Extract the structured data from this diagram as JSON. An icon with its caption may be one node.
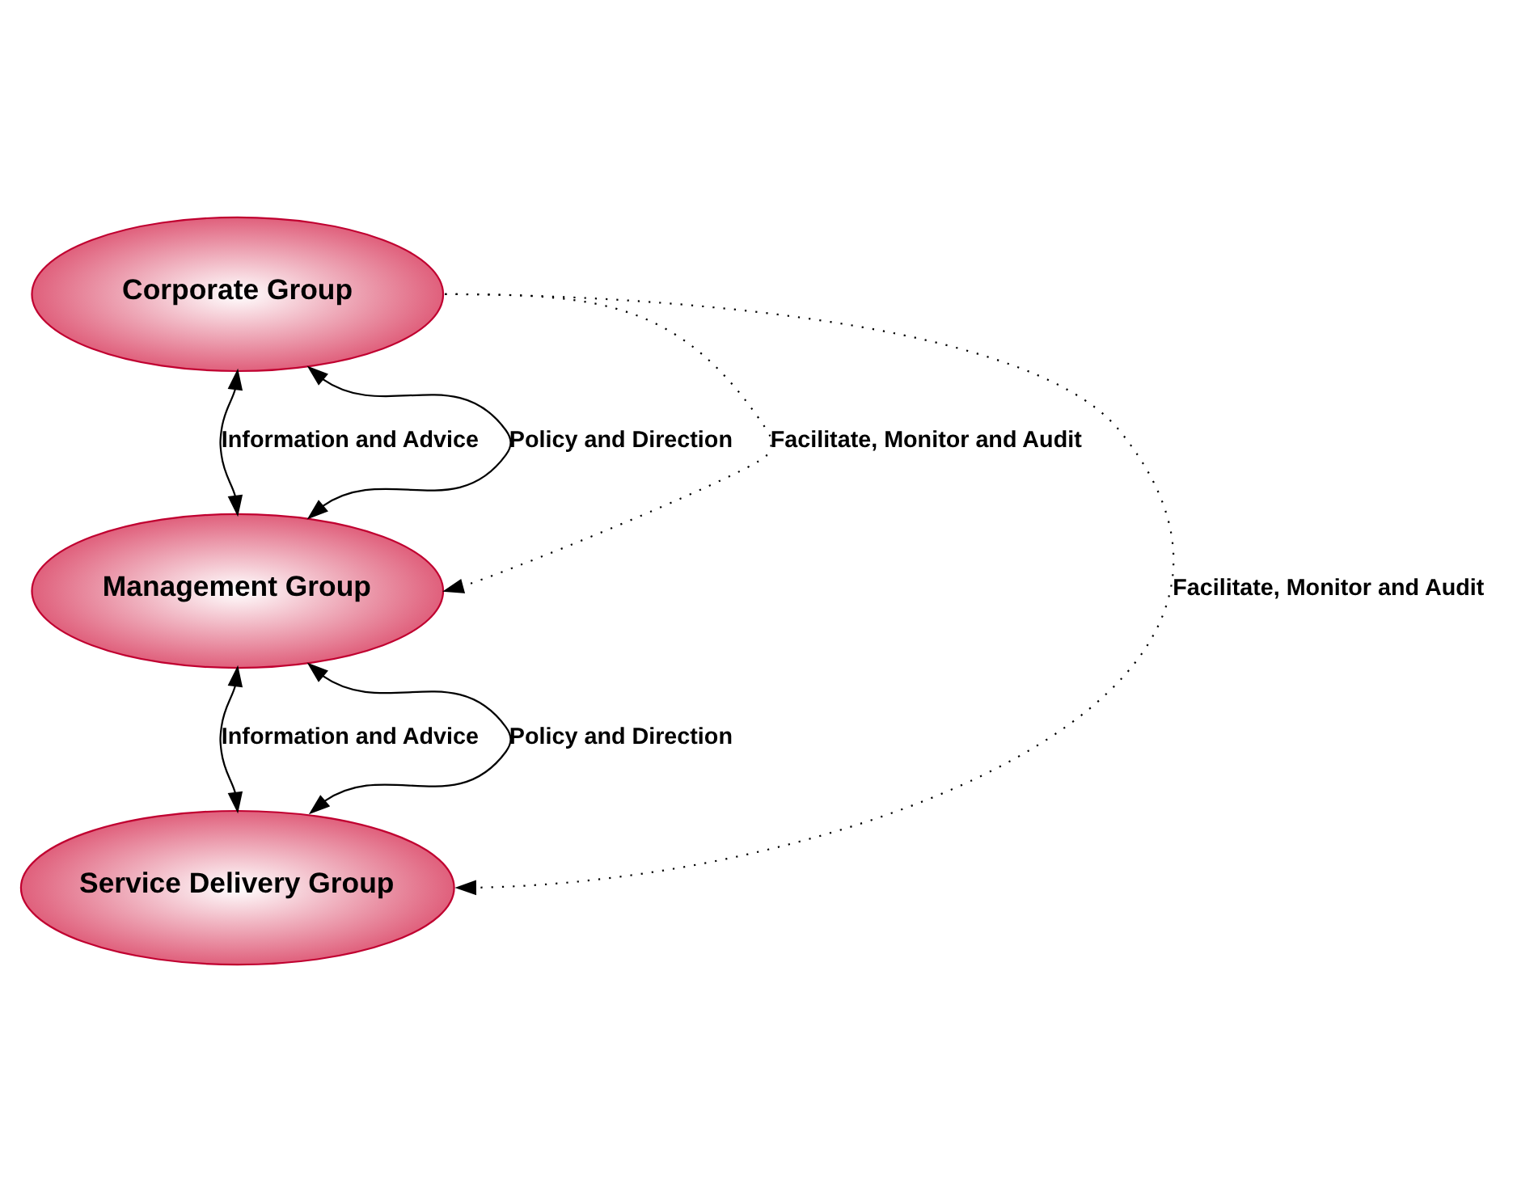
{
  "diagram": {
    "nodes": [
      {
        "text": [
          "Corporate Group"
        ]
      },
      {
        "text": [
          "Management Group"
        ]
      },
      {
        "text": [
          "Service Delivery Group"
        ]
      }
    ],
    "edges": [
      {
        "from": 0,
        "to": 1,
        "arrow": "both",
        "label": "Information and Advice"
      },
      {
        "from": 0,
        "to": 1,
        "arrow": "both",
        "label": "Policy and Direction"
      },
      {
        "from": 0,
        "to": 1,
        "arrow": "to",
        "style": "dashed",
        "label": "Facilitate, Monitor and Audit"
      },
      {
        "from": 1,
        "to": 2,
        "arrow": "both",
        "label": "Information and Advice"
      },
      {
        "from": 1,
        "to": 2,
        "arrow": "both",
        "label": "Policy and Direction"
      },
      {
        "from": 0,
        "to": 2,
        "arrow": "to",
        "style": "dashed",
        "label": "Facilitate, Monitor and Audit"
      }
    ]
  }
}
